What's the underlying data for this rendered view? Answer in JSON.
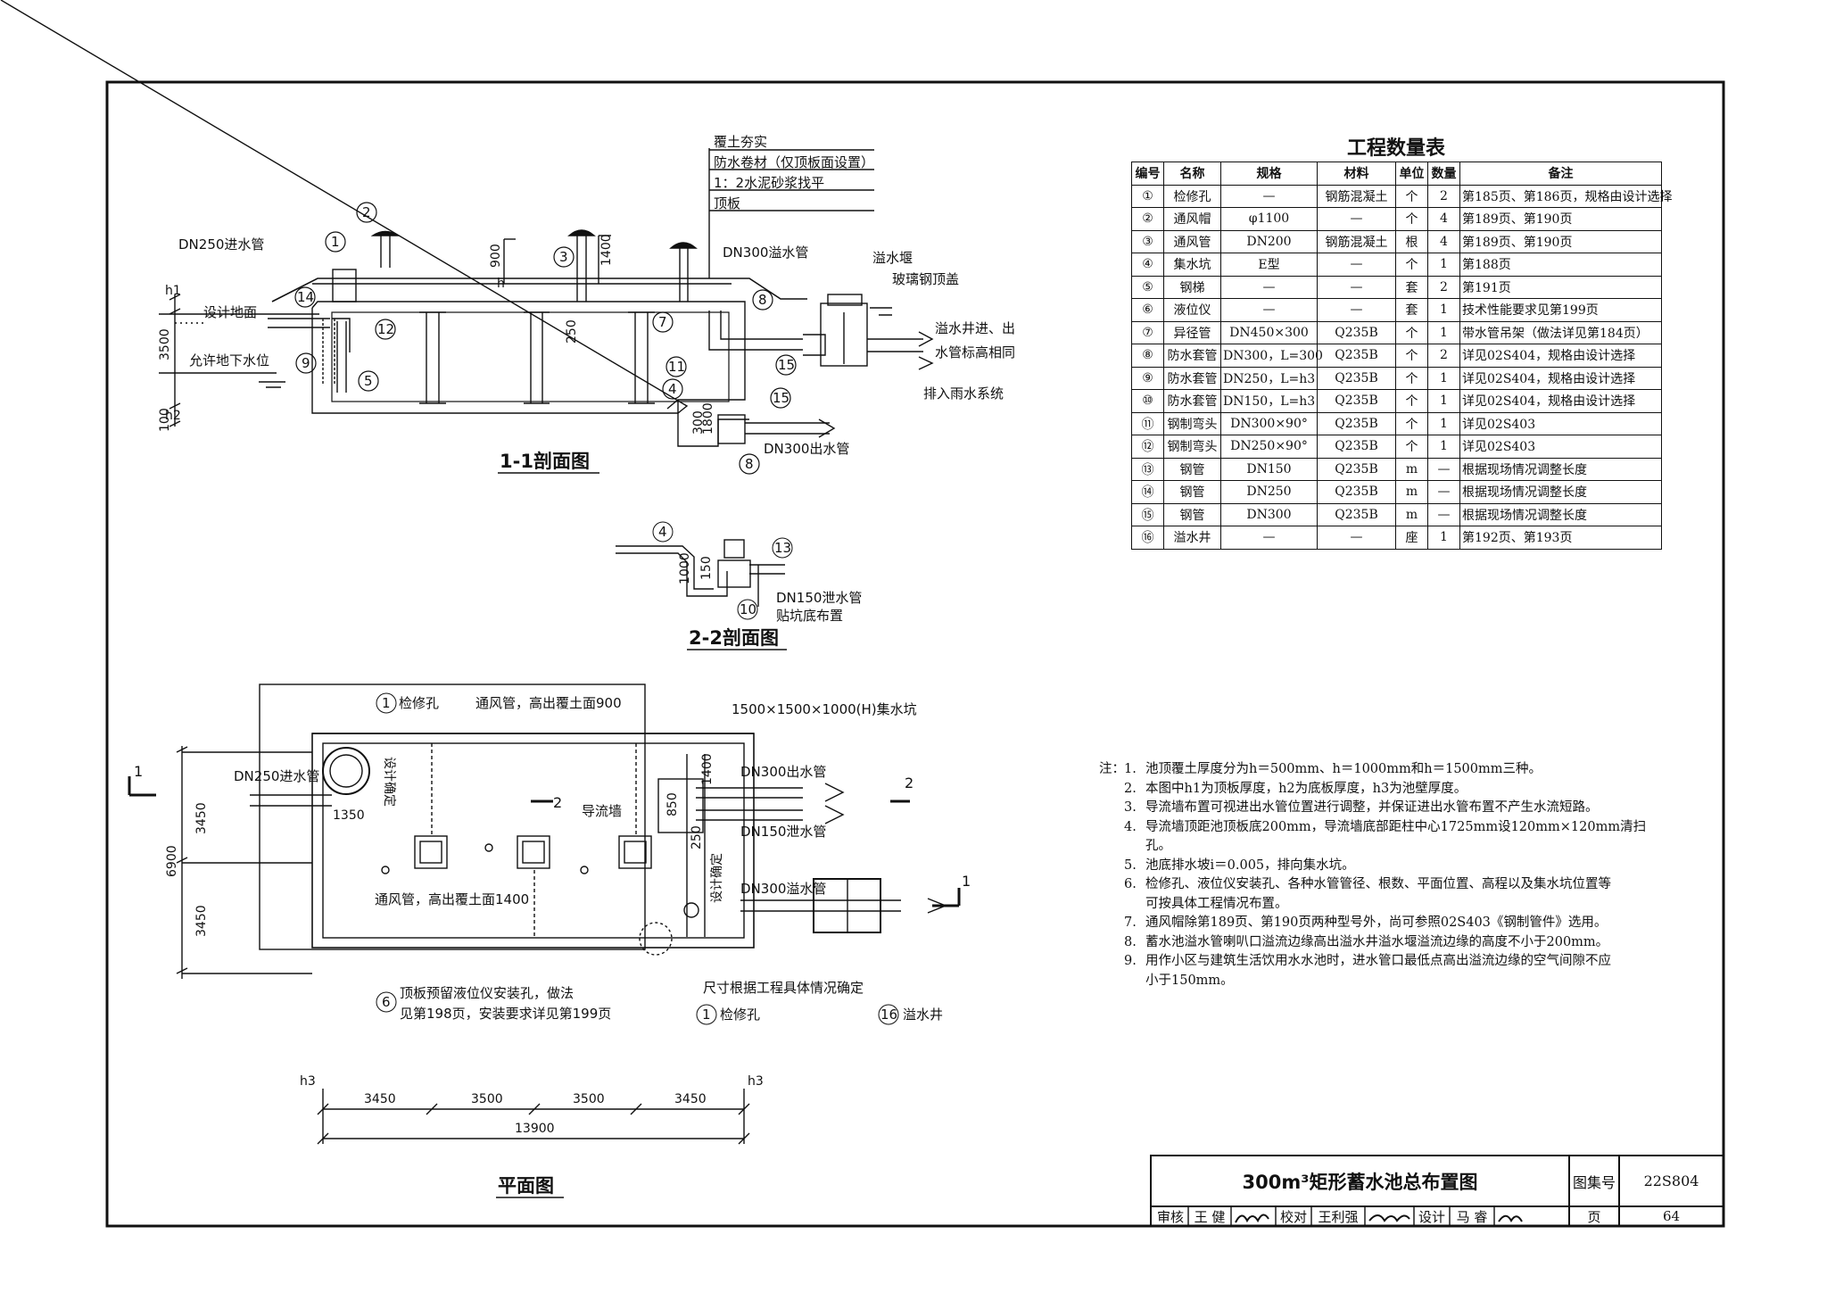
{
  "section_1_1": {
    "title": "1-1剖面图",
    "labels": {
      "inlet_pipe": "DN250进水管",
      "ground": "设计地面",
      "groundwater": "允许地下水位",
      "overflow_pipe": "DN300溢水管",
      "outlet_pipe": "DN300出水管",
      "weir": "溢水堰",
      "fiberglass": "玻璃钢顶盖",
      "well_note_1": "溢水井进、出",
      "well_note_2": "水管标高相同",
      "drain": "排入雨水系统"
    },
    "layers": [
      "覆土夯实",
      "防水卷材（仅顶板面设置）",
      "1：2水泥砂浆找平",
      "顶板"
    ],
    "dims": {
      "d3500": "3500",
      "d100": "100",
      "d900": "900",
      "d1400": "1400",
      "d250": "250",
      "d300": "300",
      "d1800": "1800",
      "h": "h",
      "h1": "h1",
      "h2": "h2"
    },
    "callouts": [
      "1",
      "2",
      "3",
      "4",
      "5",
      "6",
      "7",
      "8",
      "9",
      "10",
      "11",
      "12",
      "13",
      "14",
      "15",
      "16"
    ]
  },
  "section_2_2": {
    "title": "2-2剖面图",
    "pipe_note_1": "DN150泄水管",
    "pipe_note_2": "贴坑底布置",
    "dims": {
      "d1000": "1000",
      "d150": "150"
    }
  },
  "plan": {
    "title": "平面图",
    "labels": {
      "inspection_hole": "检修孔",
      "vent_900": "通风管，高出覆土面900",
      "sump": "1500×1500×1000(H)集水坑",
      "inlet": "DN250进水管",
      "outlet": "DN300出水管",
      "drain": "DN150泄水管",
      "overflow": "DN300溢水管",
      "baffle": "导流墙",
      "vent_1400": "通风管，高出覆土面1400",
      "level_hole_1": "顶板预留液位仪安装孔，做法",
      "level_hole_2": "见第198页，安装要求详见第199页",
      "size_note": "尺寸根据工程具体情况确定",
      "inspection_hole_2": "检修孔",
      "overflow_well": "溢水井",
      "design_fixed": "设计确定"
    },
    "section_marks": {
      "left": "1",
      "right": "1",
      "top_left": "2",
      "top_right": "2"
    },
    "dims": {
      "d3450a": "3450",
      "d3450b": "3450",
      "d6900": "6900",
      "d1350": "1350",
      "d850": "850",
      "d250": "250",
      "d1400": "1400",
      "h3": "h3"
    },
    "bottom_dims": [
      "3450",
      "3500",
      "3500",
      "3450"
    ],
    "total": "13900"
  },
  "qty_table": {
    "title": "工程数量表",
    "headers": [
      "编号",
      "名称",
      "规格",
      "材料",
      "单位",
      "数量",
      "备注"
    ],
    "rows": [
      [
        "①",
        "检修孔",
        "—",
        "钢筋混凝土",
        "个",
        "2",
        "第185页、第186页，规格由设计选择"
      ],
      [
        "②",
        "通风帽",
        "φ1100",
        "—",
        "个",
        "4",
        "第189页、第190页"
      ],
      [
        "③",
        "通风管",
        "DN200",
        "钢筋混凝土",
        "根",
        "4",
        "第189页、第190页"
      ],
      [
        "④",
        "集水坑",
        "E型",
        "—",
        "个",
        "1",
        "第188页"
      ],
      [
        "⑤",
        "钢梯",
        "—",
        "—",
        "套",
        "2",
        "第191页"
      ],
      [
        "⑥",
        "液位仪",
        "—",
        "—",
        "套",
        "1",
        "技术性能要求见第199页"
      ],
      [
        "⑦",
        "异径管",
        "DN450×300",
        "Q235B",
        "个",
        "1",
        "带水管吊架（做法详见第184页）"
      ],
      [
        "⑧",
        "防水套管",
        "DN300，L=300",
        "Q235B",
        "个",
        "2",
        "详见02S404，规格由设计选择"
      ],
      [
        "⑨",
        "防水套管",
        "DN250，L=h3",
        "Q235B",
        "个",
        "1",
        "详见02S404，规格由设计选择"
      ],
      [
        "⑩",
        "防水套管",
        "DN150，L=h3",
        "Q235B",
        "个",
        "1",
        "详见02S404，规格由设计选择"
      ],
      [
        "⑪",
        "钢制弯头",
        "DN300×90°",
        "Q235B",
        "个",
        "1",
        "详见02S403"
      ],
      [
        "⑫",
        "钢制弯头",
        "DN250×90°",
        "Q235B",
        "个",
        "1",
        "详见02S403"
      ],
      [
        "⑬",
        "钢管",
        "DN150",
        "Q235B",
        "m",
        "—",
        "根据现场情况调整长度"
      ],
      [
        "⑭",
        "钢管",
        "DN250",
        "Q235B",
        "m",
        "—",
        "根据现场情况调整长度"
      ],
      [
        "⑮",
        "钢管",
        "DN300",
        "Q235B",
        "m",
        "—",
        "根据现场情况调整长度"
      ],
      [
        "⑯",
        "溢水井",
        "—",
        "—",
        "座",
        "1",
        "第192页、第193页"
      ]
    ]
  },
  "notes": {
    "label": "注：",
    "items": [
      "池顶覆土厚度分为h＝500mm、h＝1000mm和h＝1500mm三种。",
      "本图中h1为顶板厚度，h2为底板厚度，h3为池壁厚度。",
      "导流墙布置可视进出水管位置进行调整，并保证进出水管布置不产生水流短路。",
      "导流墙顶距池顶板底200mm，导流墙底部距柱中心1725mm设120mm×120mm清扫孔。",
      "池底排水坡i＝0.005，排向集水坑。",
      "检修孔、液位仪安装孔、各种水管管径、根数、平面位置、高程以及集水坑位置等",
      "可按具体工程情况布置。",
      "通风帽除第189页、第190页两种型号外，尚可参照02S403《钢制管件》选用。",
      "蓄水池溢水管喇叭口溢流边缘高出溢水井溢水堰溢流边缘的高度不小于200mm。",
      "用作小区与建筑生活饮用水水池时，进水管口最低点高出溢流边缘的空气间隙不应",
      "小于150mm。"
    ],
    "numbers": [
      "1.",
      "2.",
      "3.",
      "4.",
      "5.",
      "6.",
      "",
      "7.",
      "8.",
      "9.",
      ""
    ]
  },
  "title_block": {
    "drawing_title": "300m³矩形蓄水池总布置图",
    "atlas_label": "图集号",
    "atlas_no": "22S804",
    "review_label": "审核",
    "reviewer": "王 健",
    "check_label": "校对",
    "checker": "王利强",
    "design_label": "设计",
    "designer": "马 睿",
    "page_label": "页",
    "page_no": "64"
  }
}
